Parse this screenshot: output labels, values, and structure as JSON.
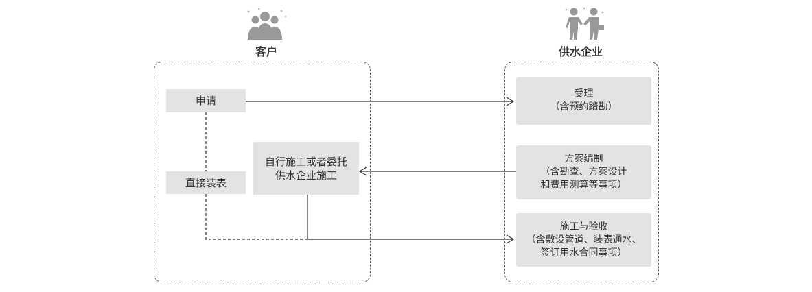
{
  "customer": {
    "title": "客户",
    "icon": "people-group-icon"
  },
  "company": {
    "title": "供水企业",
    "icon": "handshake-icon"
  },
  "customer_steps": {
    "apply": "申请",
    "install_meter": "直接装表",
    "self_build": [
      "自行施工或者委托",
      "供水企业施工"
    ]
  },
  "company_steps": {
    "accept": [
      "受理",
      "（含预约踏勘）"
    ],
    "plan": [
      "方案编制",
      "（含勘查、方案设计",
      "和费用测算等事项）"
    ],
    "construct": [
      "施工与验收",
      "（含敷设管道、装表通水、",
      "签订用水合同事项）"
    ]
  },
  "colors": {
    "box_fill": "#e3e3e3",
    "line": "#333333",
    "icon": "#999999"
  }
}
